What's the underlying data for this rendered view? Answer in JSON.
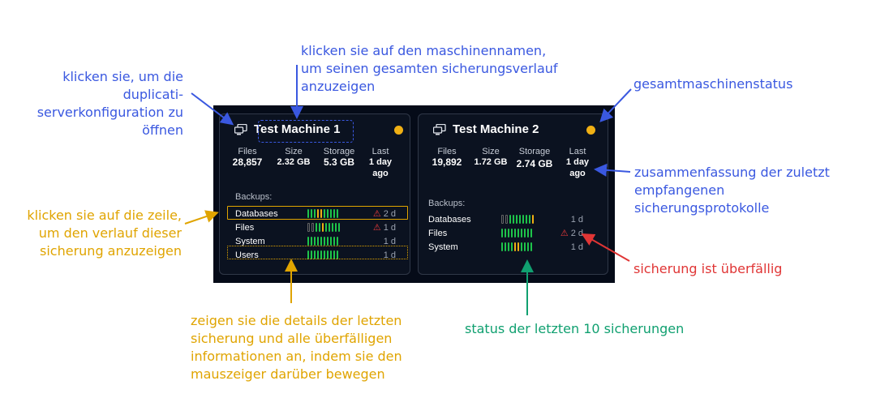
{
  "annotations": {
    "open_config": "klicken sie, um die\nduplicati-\nserverkonfiguration zu\nöffnen",
    "machine_name": "klicken sie auf den maschinennamen,\num seinen gesamten sicherungsverlauf\nanzuzeigen",
    "overall_status": "gesamtmaschinenstatus",
    "row_click": "klicken sie auf die zeile,\num den verlauf dieser\nsicherung anzuzeigen",
    "summary": "zusammenfassung der zuletzt\nempfangenen\nsicherungsprotokolle",
    "overdue": "sicherung ist überfällig",
    "hover_details": "zeigen sie die details der letzten\nsicherung und alle überfälligen\ninformationen an, indem sie den\nmauszeiger darüber bewegen",
    "last10": "status der letzten 10 sicherungen"
  },
  "machines": [
    {
      "name": "Test Machine 1",
      "stats": {
        "files_label": "Files",
        "files": "28,857",
        "size_label": "Size",
        "size": "2.32 GB",
        "storage_label": "Storage",
        "storage": "5.3 GB",
        "last_label": "Last",
        "last": "1 day ago"
      },
      "backups_label": "Backups:",
      "backups": [
        {
          "name": "Databases",
          "age": "2 d",
          "overdue": true,
          "bars": [
            "g",
            "g",
            "g",
            "o",
            "o",
            "g",
            "g",
            "g",
            "g",
            "g"
          ]
        },
        {
          "name": "Files",
          "age": "1 d",
          "overdue": true,
          "bars": [
            "e",
            "e",
            "g",
            "g",
            "o",
            "g",
            "g",
            "g",
            "g",
            "g"
          ]
        },
        {
          "name": "System",
          "age": "1 d",
          "overdue": false,
          "bars": [
            "g",
            "g",
            "g",
            "g",
            "g",
            "g",
            "g",
            "g",
            "g",
            "g"
          ]
        },
        {
          "name": "Users",
          "age": "1 d",
          "overdue": false,
          "bars": [
            "g",
            "g",
            "g",
            "g",
            "g",
            "g",
            "g",
            "g",
            "g",
            "g"
          ]
        }
      ]
    },
    {
      "name": "Test Machine 2",
      "stats": {
        "files_label": "Files",
        "files": "19,892",
        "size_label": "Size",
        "size": "1.72 GB",
        "storage_label": "Storage",
        "storage": "2.74 GB",
        "last_label": "Last",
        "last": "1 day ago"
      },
      "backups_label": "Backups:",
      "backups": [
        {
          "name": "Databases",
          "age": "1 d",
          "overdue": false,
          "bars": [
            "e",
            "e",
            "g",
            "g",
            "g",
            "g",
            "g",
            "g",
            "g",
            "o"
          ]
        },
        {
          "name": "Files",
          "age": "2 d",
          "overdue": true,
          "bars": [
            "g",
            "g",
            "g",
            "g",
            "g",
            "g",
            "g",
            "g",
            "g",
            "g"
          ]
        },
        {
          "name": "System",
          "age": "1 d",
          "overdue": false,
          "bars": [
            "g",
            "g",
            "g",
            "g",
            "o",
            "o",
            "g",
            "g",
            "g",
            "g"
          ]
        }
      ]
    }
  ],
  "colors": {
    "green": "#1ec44a",
    "orange": "#f0b014",
    "red": "#ef3b3b",
    "annotation_blue": "#3a58e0",
    "annotation_yellow": "#e0a400",
    "annotation_green": "#10a070",
    "annotation_red": "#e03535"
  }
}
